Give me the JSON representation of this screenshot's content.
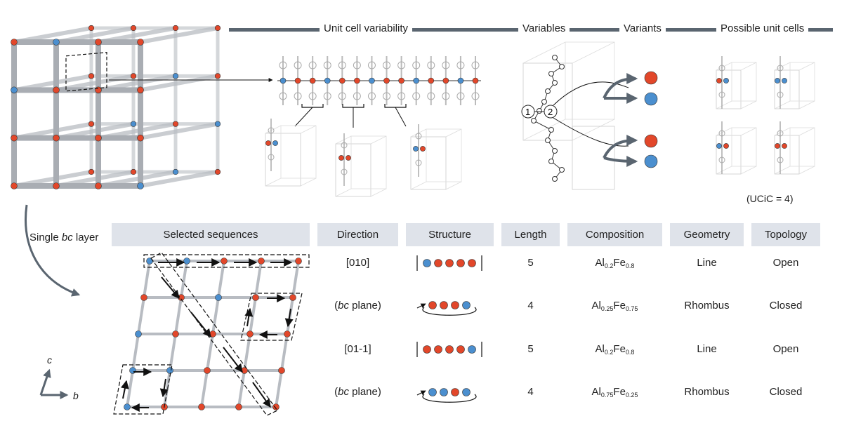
{
  "header": {
    "items": [
      {
        "label": "Unit cell variability"
      },
      {
        "label": "Variables"
      },
      {
        "label": "Variants"
      },
      {
        "label": "Possible unit cells"
      }
    ]
  },
  "variables": {
    "site_1": "1",
    "site_2": "2"
  },
  "ucic_note": "(UCiC = 4)",
  "side": {
    "layer_prefix": "Single ",
    "layer_italic": "bc",
    "layer_suffix": " layer"
  },
  "axes": {
    "c": "c",
    "b": "b"
  },
  "table": {
    "headers": [
      "Selected sequences",
      "Direction",
      "Structure",
      "Length",
      "Composition",
      "Geometry",
      "Topology"
    ],
    "rows": [
      {
        "direction": "[010]",
        "direction_italic": "",
        "direction_suffix": "",
        "structure_type": "open",
        "structure": [
          "Al",
          "Fe",
          "Fe",
          "Fe",
          "Fe"
        ],
        "length": "5",
        "comp_a": "Al",
        "comp_a_sub": "0.2",
        "comp_b": "Fe",
        "comp_b_sub": "0.8",
        "geometry": "Line",
        "topology": "Open"
      },
      {
        "direction": "(",
        "direction_italic": "bc",
        "direction_suffix": " plane)",
        "structure_type": "closed",
        "structure": [
          "Fe",
          "Fe",
          "Fe",
          "Al"
        ],
        "length": "4",
        "comp_a": "Al",
        "comp_a_sub": "0.25",
        "comp_b": "Fe",
        "comp_b_sub": "0.75",
        "geometry": "Rhombus",
        "topology": "Closed"
      },
      {
        "direction": "[01-1]",
        "direction_italic": "",
        "direction_suffix": "",
        "structure_type": "open",
        "structure": [
          "Fe",
          "Fe",
          "Fe",
          "Fe",
          "Al"
        ],
        "length": "5",
        "comp_a": "Al",
        "comp_a_sub": "0.2",
        "comp_b": "Fe",
        "comp_b_sub": "0.8",
        "geometry": "Line",
        "topology": "Open"
      },
      {
        "direction": "(",
        "direction_italic": "bc",
        "direction_suffix": " plane)",
        "structure_type": "closed",
        "structure": [
          "Al",
          "Al",
          "Fe",
          "Al"
        ],
        "length": "4",
        "comp_a": "Al",
        "comp_a_sub": "0.75",
        "comp_b": "Fe",
        "comp_b_sub": "0.25",
        "geometry": "Rhombus",
        "topology": "Closed"
      }
    ]
  },
  "colors": {
    "fe": "#e2472a",
    "al": "#4b8fcf",
    "linker": "#b8bcc2",
    "accent_line": "#5a6570",
    "table_header_bg": "#dfe3ea"
  }
}
